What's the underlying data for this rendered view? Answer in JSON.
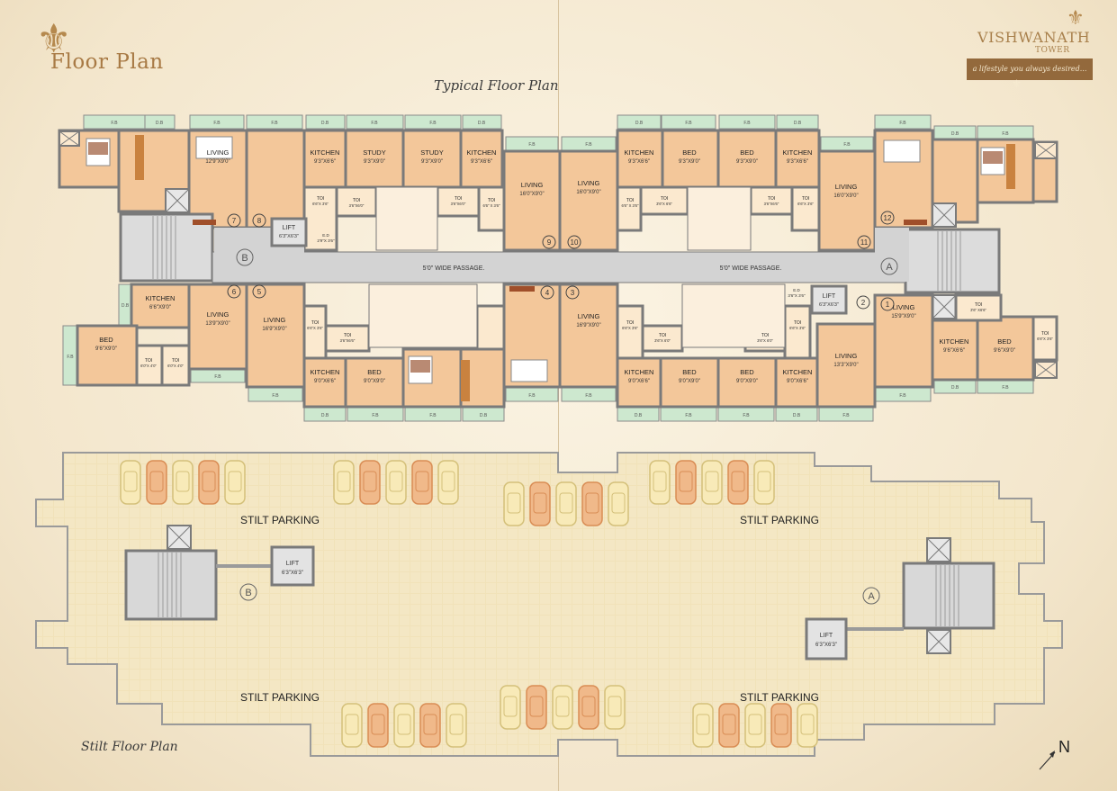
{
  "header": {
    "title": "Floor Plan",
    "brand_name": "VISHWANATH",
    "brand_sub": "TOWER",
    "tagline": "a lifestyle you always desired..."
  },
  "typical_plan": {
    "title": "Typical Floor Plan",
    "passage_label": "5'0\" WIDE PASSAGE.",
    "wing_b": "B",
    "wing_a": "A",
    "flat_numbers": [
      "1",
      "2",
      "3",
      "4",
      "5",
      "6",
      "7",
      "8",
      "9",
      "10",
      "11",
      "12"
    ],
    "balcony_fb": "F.B",
    "balcony_db": "D.B",
    "rooms": {
      "living_7": {
        "name": "LIVING",
        "dim": "12'9\"X9'0\""
      },
      "kitchen_8": {
        "name": "KITCHEN",
        "dim": "9'3\"X6'6\""
      },
      "study_8": {
        "name": "STUDY",
        "dim": "9'3\"X9'0\""
      },
      "study_9": {
        "name": "STUDY",
        "dim": "9'3\"X9'0\""
      },
      "kitchen_9": {
        "name": "KITCHEN",
        "dim": "9'3\"X6'6\""
      },
      "living_9": {
        "name": "LIVING",
        "dim": "16'0\"X9'0\""
      },
      "living_10": {
        "name": "LIVING",
        "dim": "16'0\"X9'0\""
      },
      "kitchen_10": {
        "name": "KITCHEN",
        "dim": "9'3\"X6'6\""
      },
      "bed_10": {
        "name": "BED",
        "dim": "9'3\"X9'0\""
      },
      "bed_11": {
        "name": "BED",
        "dim": "9'3\"X9'0\""
      },
      "kitchen_11": {
        "name": "KITCHEN",
        "dim": "9'3\"X6'6\""
      },
      "living_11": {
        "name": "LIVING",
        "dim": "16'0\"X9'0\""
      },
      "kitchen_6": {
        "name": "KITCHEN",
        "dim": "6'6\"X9'0\""
      },
      "living_6": {
        "name": "LIVING",
        "dim": "13'9\"X9'0\""
      },
      "bed_6": {
        "name": "BED",
        "dim": "9'6\"X9'0\""
      },
      "living_5": {
        "name": "LIVING",
        "dim": "16'9\"X9'0\""
      },
      "kitchen_5": {
        "name": "KITCHEN",
        "dim": "9'0\"X6'6\""
      },
      "bed_5": {
        "name": "BED",
        "dim": "9'0\"X9'0\""
      },
      "living_3": {
        "name": "LIVING",
        "dim": "16'9\"X9'0\""
      },
      "kitchen_3": {
        "name": "KITCHEN",
        "dim": "9'0\"X6'6\""
      },
      "bed_3": {
        "name": "BED",
        "dim": "9'0\"X9'0\""
      },
      "bed_2": {
        "name": "BED",
        "dim": "9'0\"X9'0\""
      },
      "kitchen_2": {
        "name": "KITCHEN",
        "dim": "9'0\"X6'6\""
      },
      "living_2": {
        "name": "LIVING",
        "dim": "13'3\"X9'0\""
      },
      "living_1": {
        "name": "LIVING",
        "dim": "15'9\"X9'0\""
      },
      "kitchen_1": {
        "name": "KITCHEN",
        "dim": "9'6\"X6'6\""
      },
      "bed_1": {
        "name": "BED",
        "dim": "9'6\"X9'0\""
      }
    },
    "toilets": {
      "toi_a": {
        "name": "TOI",
        "dim": "6'6\"X 3'6\""
      },
      "toi_b": {
        "name": "TOI",
        "dim": "3'6\"X6'0\""
      },
      "toi_c": {
        "name": "TOI",
        "dim": "3'6\"X6'0\""
      },
      "toi_d": {
        "name": "TOI",
        "dim": "6'6\" X 3'6\""
      },
      "toi_e": {
        "name": "TOI",
        "dim": "6'6\" X 3'6\""
      },
      "toi_f": {
        "name": "TOI",
        "dim": "3'6\"X 6'6\""
      },
      "toi_g": {
        "name": "TOI",
        "dim": "3'6\"X6'6\""
      },
      "toi_h": {
        "name": "TOI",
        "dim": "6'6\"X 3'6\""
      },
      "toi_i": {
        "name": "TOI",
        "dim": "6'0\"X 4'0\""
      },
      "toi_j": {
        "name": "TOI",
        "dim": "6'0\"X 4'0\""
      },
      "toi_k": {
        "name": "TOI",
        "dim": "6'6\"X 3'6\""
      },
      "toi_l": {
        "name": "TOI",
        "dim": "3'6\"X6'6\""
      },
      "toi_m": {
        "name": "TOI",
        "dim": "6'6\"X 3'6\""
      },
      "toi_n": {
        "name": "TOI",
        "dim": "3'6\"X 6'0\""
      },
      "toi_o": {
        "name": "TOI",
        "dim": "3'6\"X 6'0\""
      },
      "toi_p": {
        "name": "TOI",
        "dim": "6'6\"X 3'6\""
      },
      "toi_q": {
        "name": "TOI",
        "dim": "3'6\" X6'6\""
      },
      "toi_r": {
        "name": "TOI",
        "dim": "6'6\"X 3'6\""
      }
    },
    "ed_b": {
      "name": "E.D",
      "dim": "2'9\"X 3'6\""
    },
    "ed_a": {
      "name": "E.D",
      "dim": "3'6\"X 3'6\""
    },
    "lift_b": {
      "name": "LIFT",
      "dim": "6'3\"X6'3\""
    },
    "lift_a": {
      "name": "LIFT",
      "dim": "6'3\"X6'3\""
    }
  },
  "stilt_plan": {
    "title": "Stilt Floor Plan",
    "parking_label": "STILT PARKING",
    "wing_b": "B",
    "wing_a": "A",
    "lift_b": {
      "name": "LIFT",
      "dim": "6'3\"X6'3\""
    },
    "lift_a": {
      "name": "LIFT",
      "dim": "6'3\"X6'3\""
    }
  },
  "north_label": "N",
  "colors": {
    "room_fill": "#f3c79a",
    "passage": "#d3d3d3",
    "wall": "#7a7a7a",
    "tile": "#f1e2b9",
    "accent_brown": "#a87a45"
  }
}
